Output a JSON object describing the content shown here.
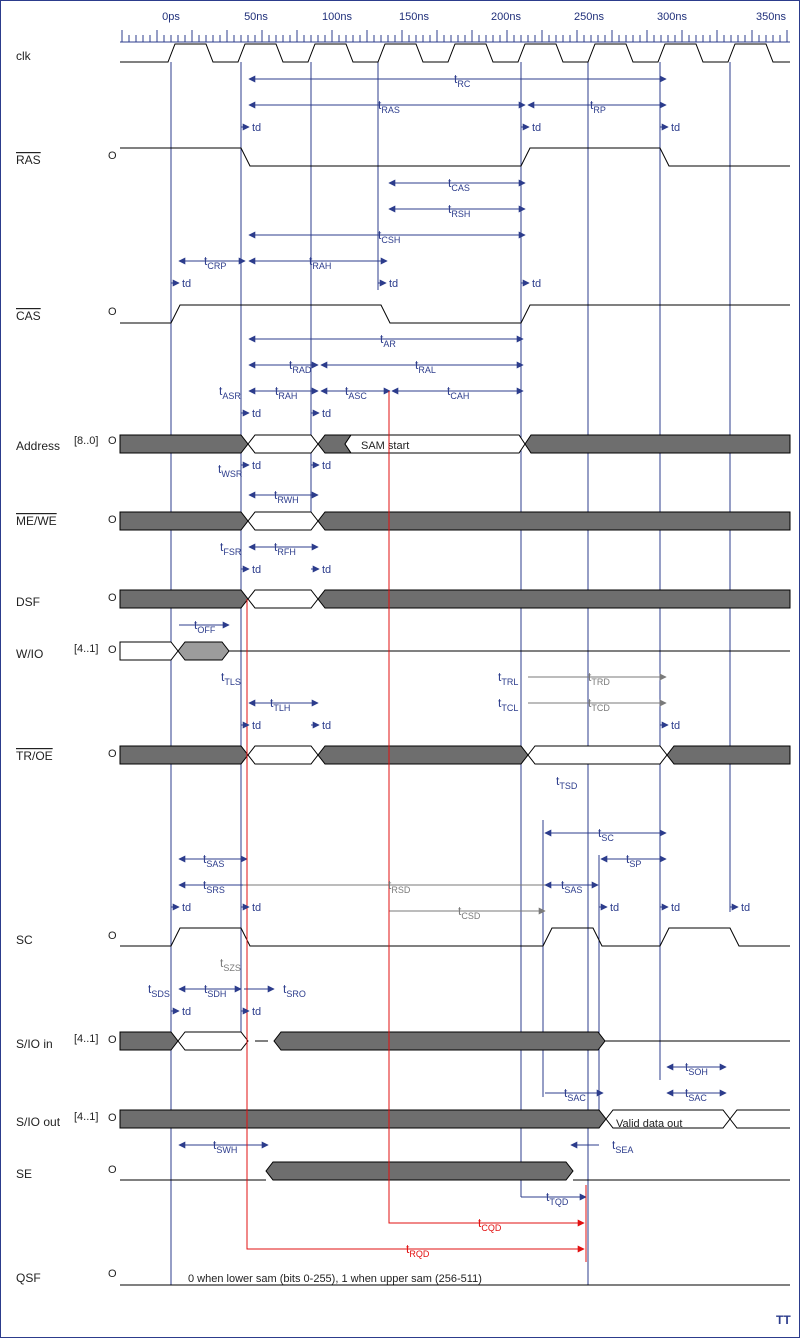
{
  "timeline": {
    "ticks": [
      "0ps",
      "50ns",
      "100ns",
      "150ns",
      "200ns",
      "250ns",
      "300ns",
      "350ns"
    ]
  },
  "signals": {
    "clk": "clk",
    "ras": "RAS",
    "cas": "CAS",
    "address": "Address",
    "address_bus": "[8..0]",
    "mewe": "ME/WE",
    "dsf": "DSF",
    "wio": "W/IO",
    "wio_bus": "[4..1]",
    "troe": "TR/OE",
    "sc": "SC",
    "sio_in": "S/IO in",
    "sio_in_bus": "[4..1]",
    "sio_out": "S/IO out",
    "sio_out_bus": "[4..1]",
    "se": "SE",
    "qsf": "QSF"
  },
  "initial_marker": "O",
  "labels": {
    "sam_start": "SAM start",
    "valid_data_out": "Valid data out",
    "qsf_note": "0 when lower sam (bits 0-255), 1 when upper sam (256-511)",
    "td": "td",
    "logo": "TT"
  },
  "timings": {
    "rc": [
      "t",
      "RC"
    ],
    "ras": [
      "t",
      "RAS"
    ],
    "rp": [
      "t",
      "RP"
    ],
    "cas": [
      "t",
      "CAS"
    ],
    "rsh": [
      "t",
      "RSH"
    ],
    "csh": [
      "t",
      "CSH"
    ],
    "crp": [
      "t",
      "CRP"
    ],
    "rah": [
      "t",
      "RAH"
    ],
    "ar": [
      "t",
      "AR"
    ],
    "rad": [
      "t",
      "RAD"
    ],
    "ral": [
      "t",
      "RAL"
    ],
    "asr": [
      "t",
      "ASR"
    ],
    "rah2": [
      "t",
      "RAH"
    ],
    "asc": [
      "t",
      "ASC"
    ],
    "cah": [
      "t",
      "CAH"
    ],
    "wsr": [
      "t",
      "WSR"
    ],
    "rwh": [
      "t",
      "RWH"
    ],
    "fsr": [
      "t",
      "FSR"
    ],
    "rfh": [
      "t",
      "RFH"
    ],
    "off": [
      "t",
      "OFF"
    ],
    "tls": [
      "t",
      "TLS"
    ],
    "trl": [
      "t",
      "TRL"
    ],
    "trd": [
      "t",
      "TRD"
    ],
    "tcl": [
      "t",
      "TCL"
    ],
    "tcd": [
      "t",
      "TCD"
    ],
    "tlh": [
      "t",
      "TLH"
    ],
    "tsd": [
      "t",
      "TSD"
    ],
    "sc": [
      "t",
      "SC"
    ],
    "sas": [
      "t",
      "SAS"
    ],
    "sp": [
      "t",
      "SP"
    ],
    "srs": [
      "t",
      "SRS"
    ],
    "rsd": [
      "t",
      "RSD"
    ],
    "sas2": [
      "t",
      "SAS"
    ],
    "csd": [
      "t",
      "CSD"
    ],
    "szs": [
      "t",
      "SZS"
    ],
    "sds": [
      "t",
      "SDS"
    ],
    "sdh": [
      "t",
      "SDH"
    ],
    "sro": [
      "t",
      "SRO"
    ],
    "soh": [
      "t",
      "SOH"
    ],
    "sac": [
      "t",
      "SAC"
    ],
    "sac2": [
      "t",
      "SAC"
    ],
    "swh": [
      "t",
      "SWH"
    ],
    "sea": [
      "t",
      "SEA"
    ],
    "tqd": [
      "t",
      "TQD"
    ],
    "cqd": [
      "t",
      "CQD"
    ],
    "rqd": [
      "t",
      "RQD"
    ]
  },
  "colors": {
    "signal": "#000000",
    "bus_fill": "#6e6e6e",
    "w_io_fill": "#9c9c9c",
    "timing": "#2c3c8c",
    "timing_gray": "#7a7a7a",
    "critical": "#e21010",
    "border": "#2c3c8c"
  }
}
